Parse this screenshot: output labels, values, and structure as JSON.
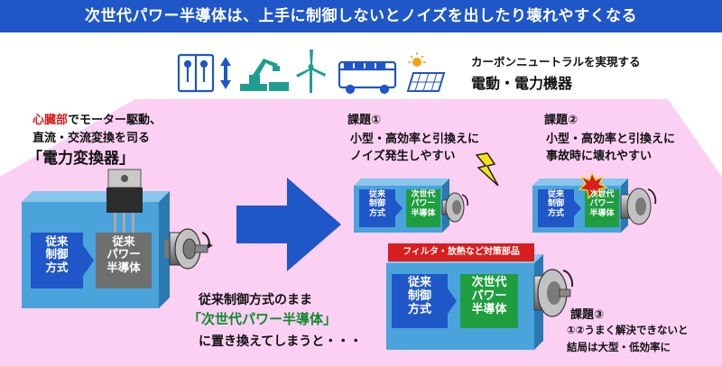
{
  "header": {
    "title": "次世代パワー半導体は、上手に制御しないとノイズを出したり壊れやすくなる"
  },
  "icons": [
    "elevator-icon",
    "up-down-arrow-icon",
    "industrial-robot-icon",
    "wind-turbine-icon",
    "bus-icon",
    "solar-panel-icon"
  ],
  "carbon": {
    "subtitle": "カーボンニュートラルを実現する",
    "title": "電動・電力機器"
  },
  "intro": {
    "line1_red": "心臓部",
    "line1_rest": "でモーター駆動、",
    "line2": "直流・交流変換を司る",
    "line3": "「電力変換器」"
  },
  "main_block": {
    "control": "従来\n制御\n方式",
    "semi": "従来\nパワー\n半導体"
  },
  "replace_text": {
    "line1": "従来制御方式のまま",
    "line2": "「次世代パワー半導体」",
    "line3": "に置き換えてしまうと・・・"
  },
  "issue1": {
    "title": "課題①",
    "line1": "小型・高効率と引換えに",
    "line2": "ノイズ発生しやすい"
  },
  "issue2": {
    "title": "課題②",
    "line1": "小型・高効率と引換えに",
    "line2": "事故時に壊れやすい"
  },
  "issue3": {
    "title": "課題③",
    "line1": "①②うまく解決できないと",
    "line2": "結局は大型・低効率に"
  },
  "small_block": {
    "control": "従来\n制御\n方式",
    "semi": "次世代\nパワー\n半導体"
  },
  "bottom_block": {
    "bar": "フィルタ・放熱など対策部品",
    "control": "従来\n制御\n方式",
    "semi": "次世代\nパワー\n半導体"
  },
  "colors": {
    "banner": "#1f56c8",
    "pink": "#fbd0f3",
    "block": "#4aa3db",
    "control": "#1f56c8",
    "semi_old": "#6f6f6f",
    "semi_new": "#1e9e3e",
    "red": "#d81e1e"
  }
}
